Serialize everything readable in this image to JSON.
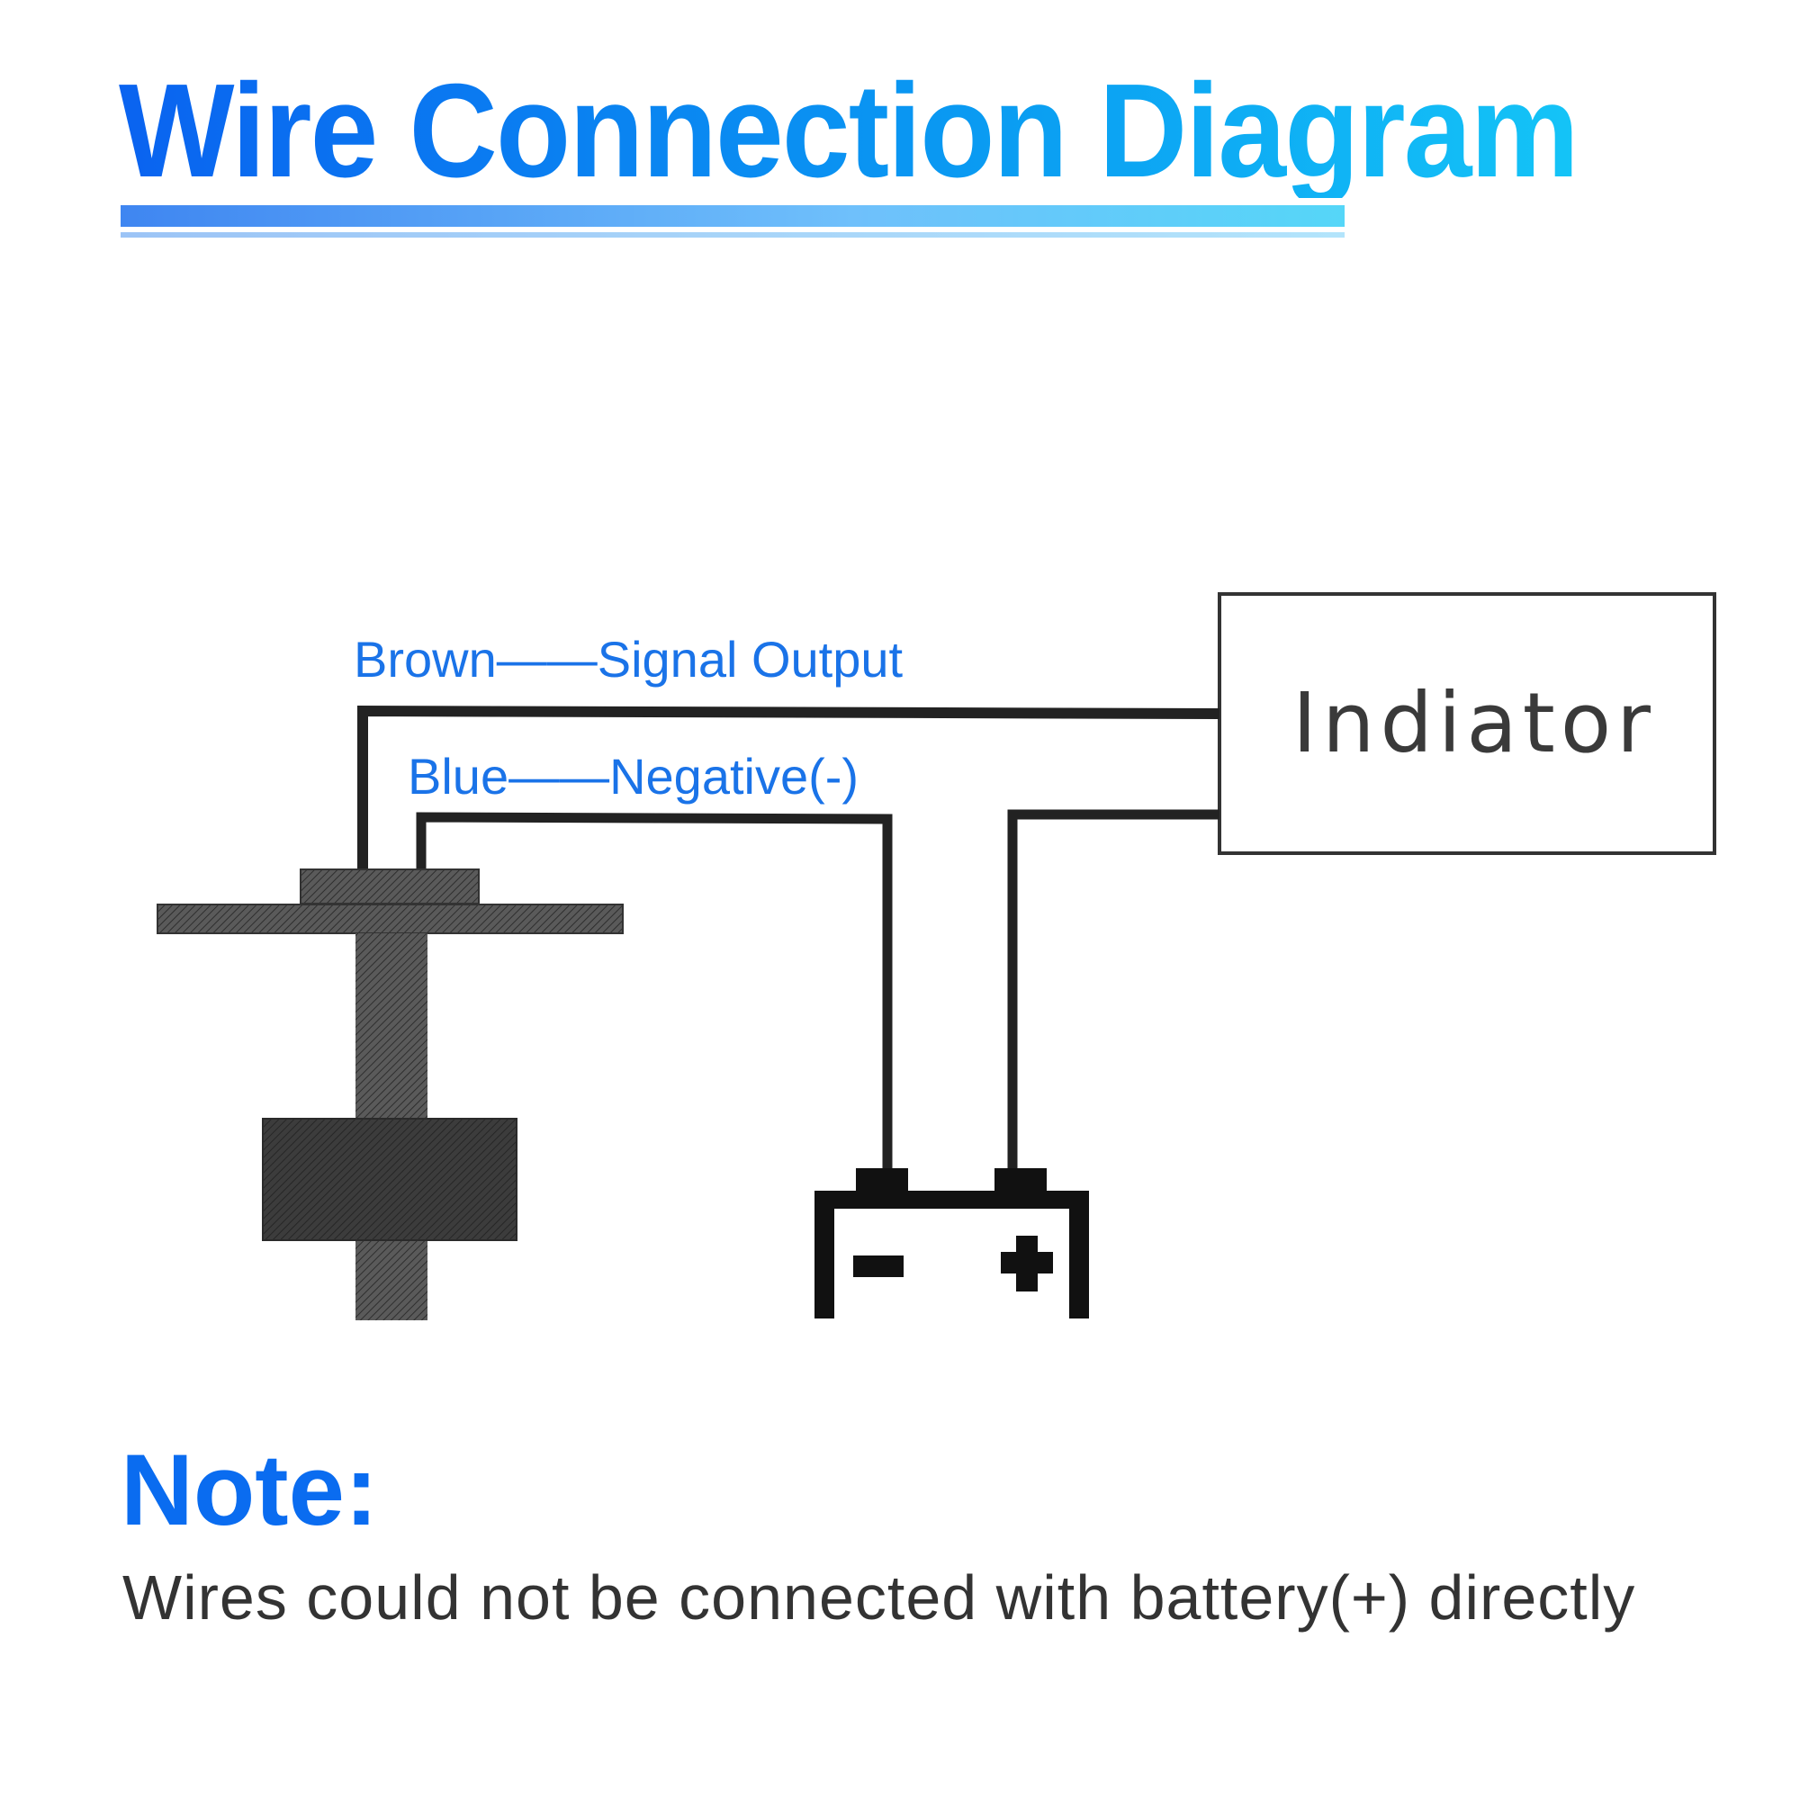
{
  "title": "Wire Connection Diagram",
  "wires": {
    "brown_label": "Brown——Signal Output",
    "blue_label": "Blue——Negative(-)"
  },
  "indicator": {
    "label": "Indiator"
  },
  "battery": {
    "negative": "-",
    "positive": "+"
  },
  "note": {
    "heading": "Note:",
    "text": "Wires could not be connected with battery(+) directly"
  },
  "colors": {
    "title_gradient_start": "#0a63f0",
    "title_gradient_end": "#14c4f7",
    "label_blue": "#1a73e8",
    "wire": "#222222",
    "sensor": "#4a4a4a"
  }
}
